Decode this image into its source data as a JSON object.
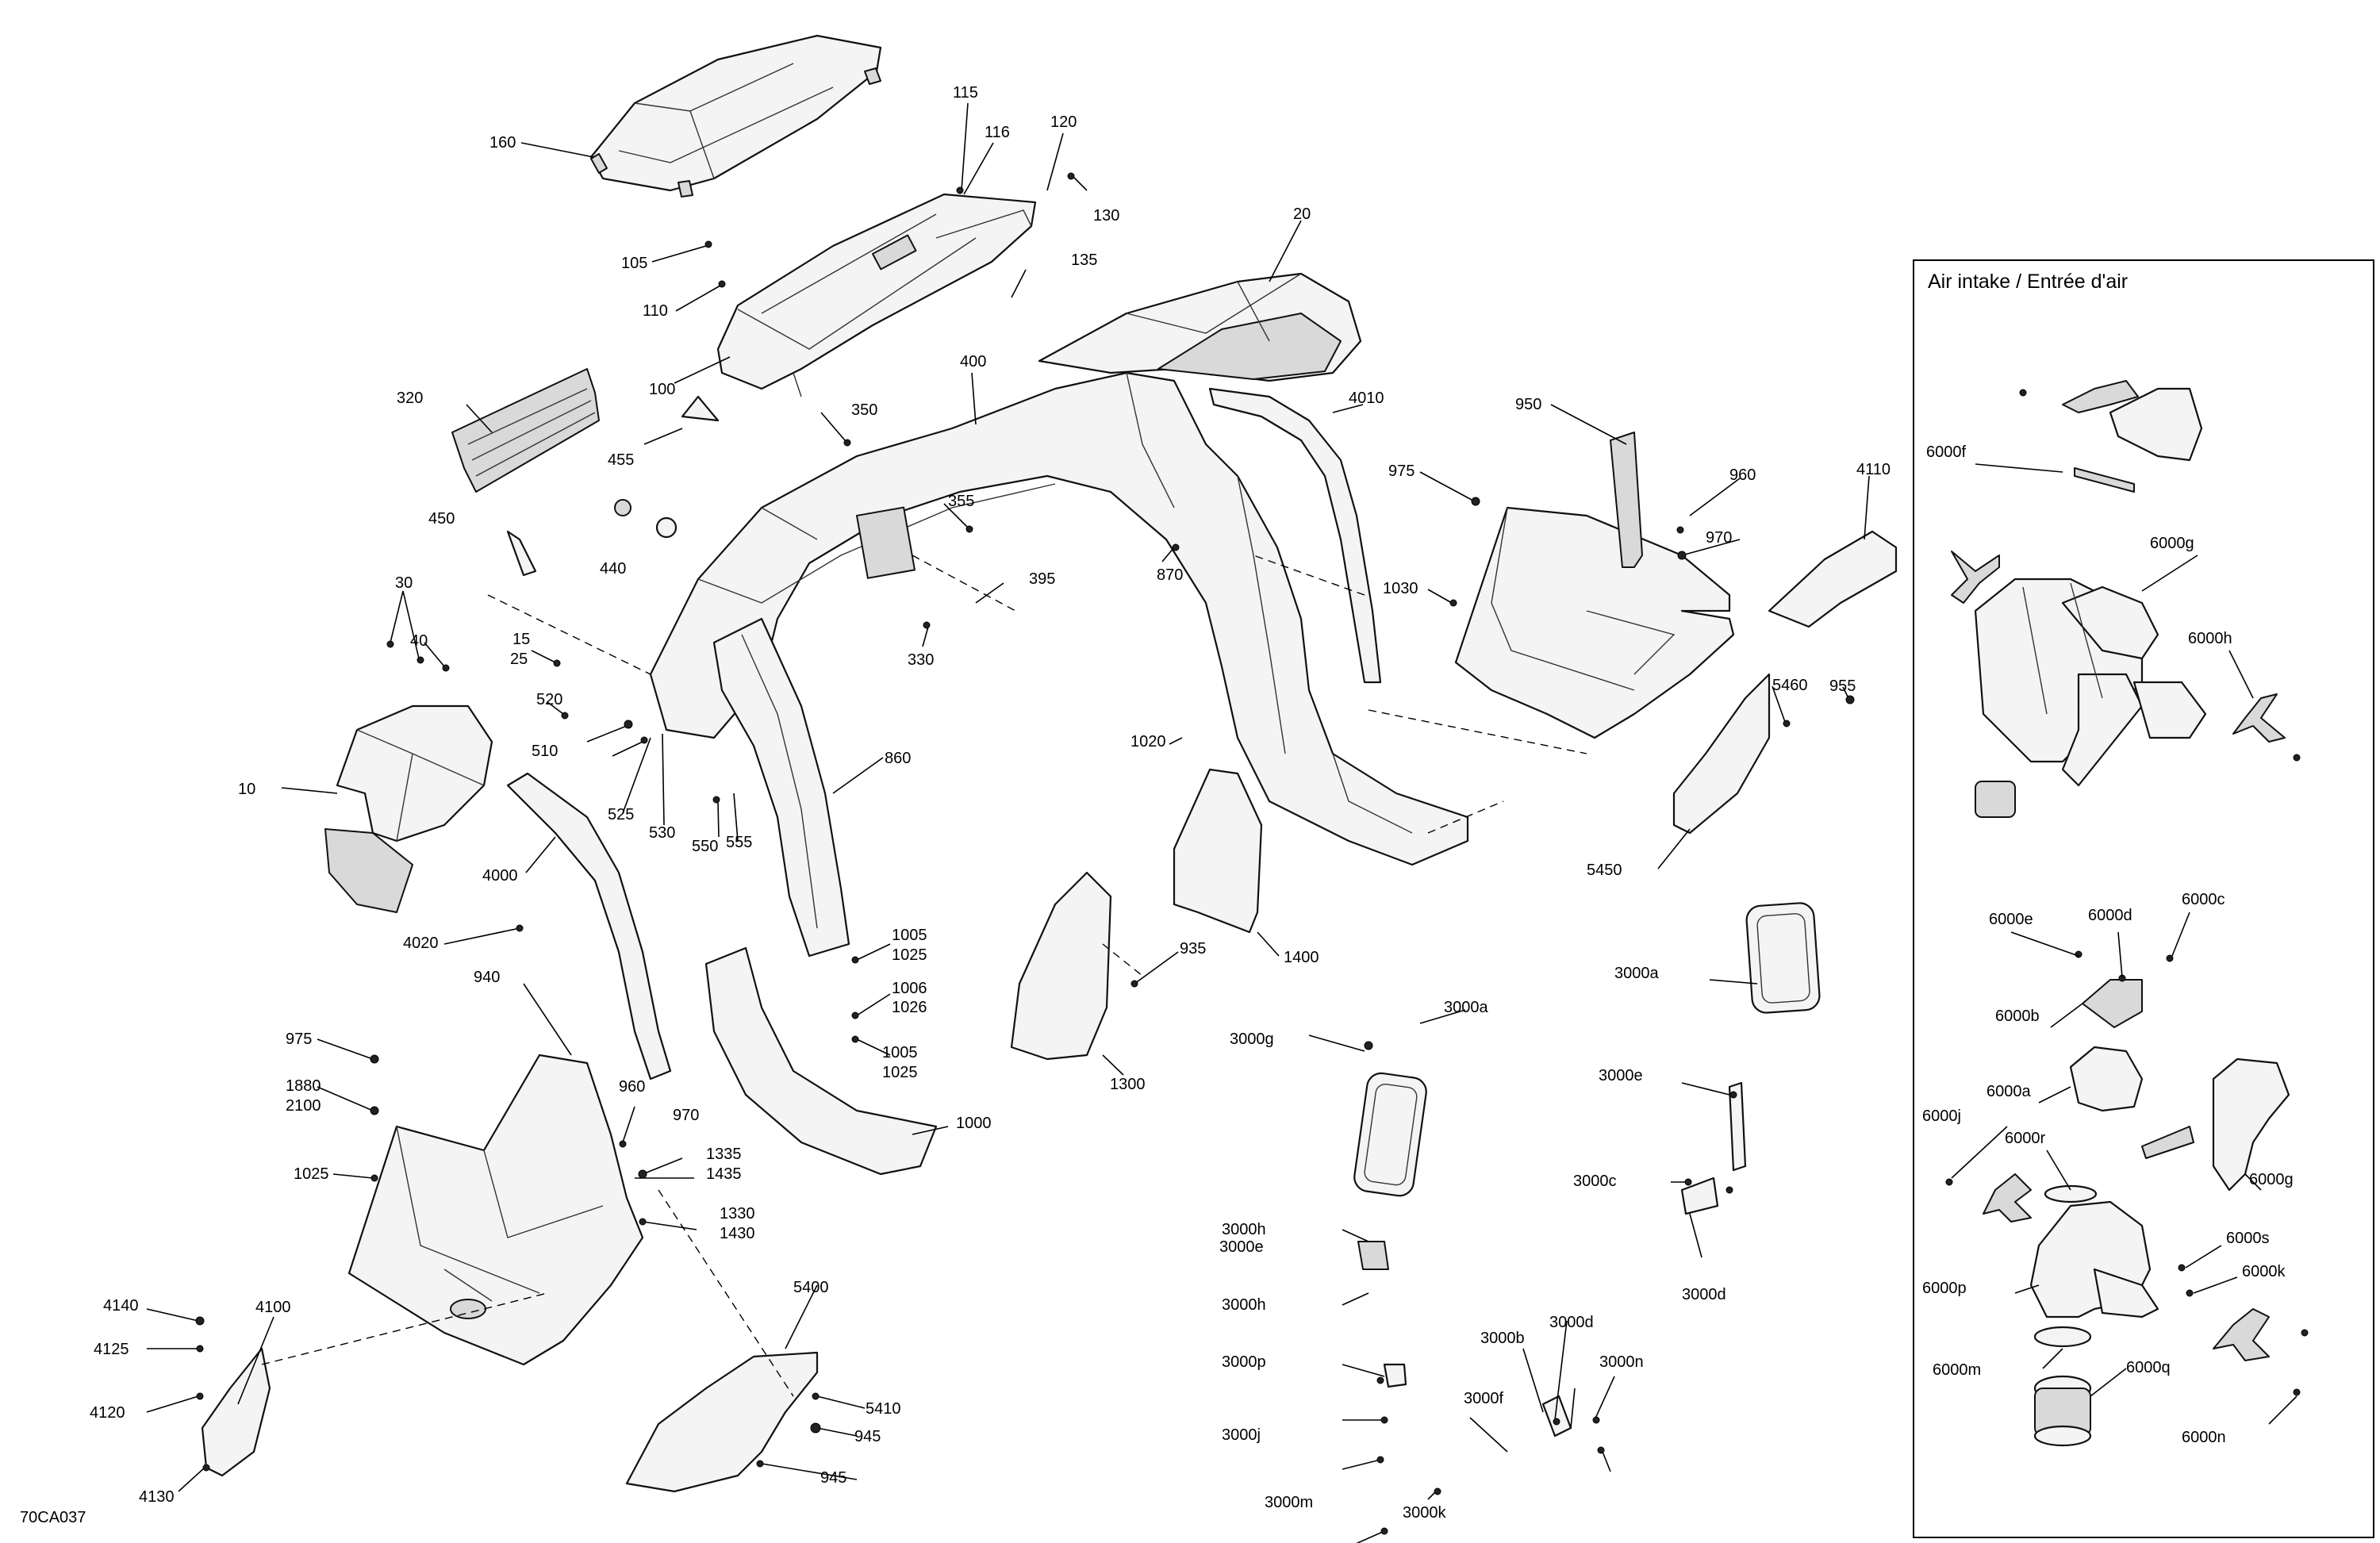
{
  "diagram": {
    "reference_code": "70CA037",
    "inset": {
      "title": "Air intake  /  Entrée d'air"
    },
    "labels": [
      {
        "id": "l160",
        "text": "160"
      },
      {
        "id": "l115",
        "text": "115"
      },
      {
        "id": "l116",
        "text": "116"
      },
      {
        "id": "l120",
        "text": "120"
      },
      {
        "id": "l130",
        "text": "130"
      },
      {
        "id": "l135",
        "text": "135"
      },
      {
        "id": "l105",
        "text": "105"
      },
      {
        "id": "l110",
        "text": "110"
      },
      {
        "id": "l100",
        "text": "100"
      },
      {
        "id": "l20",
        "text": "20"
      },
      {
        "id": "l400",
        "text": "400"
      },
      {
        "id": "l4010",
        "text": "4010"
      },
      {
        "id": "l320",
        "text": "320"
      },
      {
        "id": "l455",
        "text": "455"
      },
      {
        "id": "l350",
        "text": "350"
      },
      {
        "id": "l355",
        "text": "355"
      },
      {
        "id": "l450",
        "text": "450"
      },
      {
        "id": "l440",
        "text": "440"
      },
      {
        "id": "l395",
        "text": "395"
      },
      {
        "id": "l870",
        "text": "870"
      },
      {
        "id": "l330",
        "text": "330"
      },
      {
        "id": "l950",
        "text": "950"
      },
      {
        "id": "l975a",
        "text": "975"
      },
      {
        "id": "l960a",
        "text": "960"
      },
      {
        "id": "l970a",
        "text": "970"
      },
      {
        "id": "l4110",
        "text": "4110"
      },
      {
        "id": "l1030",
        "text": "1030"
      },
      {
        "id": "l30",
        "text": "30"
      },
      {
        "id": "l40",
        "text": "40"
      },
      {
        "id": "l15",
        "text": "15"
      },
      {
        "id": "l25",
        "text": "25"
      },
      {
        "id": "l520",
        "text": "520"
      },
      {
        "id": "l510",
        "text": "510"
      },
      {
        "id": "l525",
        "text": "525"
      },
      {
        "id": "l530",
        "text": "530"
      },
      {
        "id": "l550",
        "text": "550"
      },
      {
        "id": "l555",
        "text": "555"
      },
      {
        "id": "l860",
        "text": "860"
      },
      {
        "id": "l1020",
        "text": "1020"
      },
      {
        "id": "l5460",
        "text": "5460"
      },
      {
        "id": "l955",
        "text": "955"
      },
      {
        "id": "l10",
        "text": "10"
      },
      {
        "id": "l4000",
        "text": "4000"
      },
      {
        "id": "l5450",
        "text": "5450"
      },
      {
        "id": "l4020",
        "text": "4020"
      },
      {
        "id": "l1005a",
        "text": "1005"
      },
      {
        "id": "l1025a",
        "text": "1025"
      },
      {
        "id": "l935",
        "text": "935"
      },
      {
        "id": "l1400",
        "text": "1400"
      },
      {
        "id": "l1006",
        "text": "1006"
      },
      {
        "id": "l1026",
        "text": "1026"
      },
      {
        "id": "l1005b",
        "text": "1005"
      },
      {
        "id": "l1025b",
        "text": "1025"
      },
      {
        "id": "l940",
        "text": "940"
      },
      {
        "id": "l3000a1",
        "text": "3000a"
      },
      {
        "id": "l3000a2",
        "text": "3000a"
      },
      {
        "id": "l975b",
        "text": "975"
      },
      {
        "id": "l3000g",
        "text": "3000g"
      },
      {
        "id": "l1300",
        "text": "1300"
      },
      {
        "id": "l1880",
        "text": "1880"
      },
      {
        "id": "l2100",
        "text": "2100"
      },
      {
        "id": "l960b",
        "text": "960"
      },
      {
        "id": "l3000e1",
        "text": "3000e"
      },
      {
        "id": "l1000",
        "text": "1000"
      },
      {
        "id": "l970b",
        "text": "970"
      },
      {
        "id": "l1335",
        "text": "1335"
      },
      {
        "id": "l1435",
        "text": "1435"
      },
      {
        "id": "l1025c",
        "text": "1025"
      },
      {
        "id": "l3000h1",
        "text": "3000h"
      },
      {
        "id": "l3000c",
        "text": "3000c"
      },
      {
        "id": "l1330",
        "text": "1330"
      },
      {
        "id": "l1430",
        "text": "1430"
      },
      {
        "id": "l3000e2",
        "text": "3000e"
      },
      {
        "id": "l5400",
        "text": "5400"
      },
      {
        "id": "l3000d1",
        "text": "3000d"
      },
      {
        "id": "l3000h2",
        "text": "3000h"
      },
      {
        "id": "l4140",
        "text": "4140"
      },
      {
        "id": "l4100",
        "text": "4100"
      },
      {
        "id": "l3000d2",
        "text": "3000d"
      },
      {
        "id": "l3000b",
        "text": "3000b"
      },
      {
        "id": "l4125",
        "text": "4125"
      },
      {
        "id": "l3000p",
        "text": "3000p"
      },
      {
        "id": "l3000n",
        "text": "3000n"
      },
      {
        "id": "l4120",
        "text": "4120"
      },
      {
        "id": "l5410",
        "text": "5410"
      },
      {
        "id": "l3000f",
        "text": "3000f"
      },
      {
        "id": "l945a",
        "text": "945"
      },
      {
        "id": "l3000j",
        "text": "3000j"
      },
      {
        "id": "l945b",
        "text": "945"
      },
      {
        "id": "l4130",
        "text": "4130"
      },
      {
        "id": "l3000m",
        "text": "3000m"
      },
      {
        "id": "l3000k",
        "text": "3000k"
      },
      {
        "id": "l6000f",
        "text": "6000f"
      },
      {
        "id": "l6000g1",
        "text": "6000g"
      },
      {
        "id": "l6000h",
        "text": "6000h"
      },
      {
        "id": "l6000e",
        "text": "6000e"
      },
      {
        "id": "l6000d",
        "text": "6000d"
      },
      {
        "id": "l6000c",
        "text": "6000c"
      },
      {
        "id": "l6000b",
        "text": "6000b"
      },
      {
        "id": "l6000a",
        "text": "6000a"
      },
      {
        "id": "l6000j",
        "text": "6000j"
      },
      {
        "id": "l6000r",
        "text": "6000r"
      },
      {
        "id": "l6000g2",
        "text": "6000g"
      },
      {
        "id": "l6000s",
        "text": "6000s"
      },
      {
        "id": "l6000k",
        "text": "6000k"
      },
      {
        "id": "l6000p",
        "text": "6000p"
      },
      {
        "id": "l6000m",
        "text": "6000m"
      },
      {
        "id": "l6000q",
        "text": "6000q"
      },
      {
        "id": "l6000n",
        "text": "6000n"
      }
    ]
  }
}
